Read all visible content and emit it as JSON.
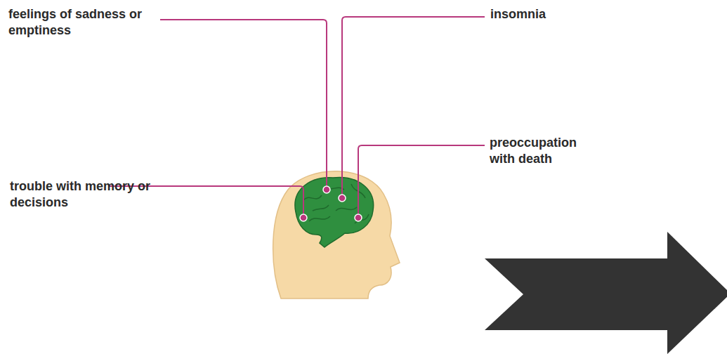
{
  "diagram": {
    "labels": [
      "feelings of sadness or emptiness",
      "insomnia",
      "preoccupation with death",
      "trouble with memory or decisions"
    ]
  }
}
